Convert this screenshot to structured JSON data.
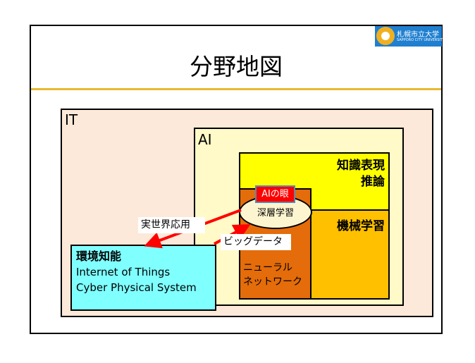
{
  "logo": {
    "text": "札幌市立大学",
    "subtext": "SAPPORO CITY UNIVERSITY"
  },
  "title": "分野地図",
  "regions": {
    "it": "IT",
    "ai": "AI",
    "knowledge_line1": "知識表現",
    "knowledge_line2": "推論",
    "machine_learning": "機械学習",
    "neural_line1": "ニューラル",
    "neural_line2": "ネットワーク",
    "deep_learning": "深層学習",
    "ai_eye": "AIの眼"
  },
  "arrows": {
    "real_world": "実世界応用",
    "big_data": "ビッグデータ"
  },
  "environment": {
    "title": "環境知能",
    "line1": "Internet of Things",
    "line2": "Cyber Physical System"
  },
  "colors": {
    "it": "#fde9d9",
    "ai": "#fffac8",
    "knowledge": "#ffff00",
    "machine_learning": "#ffc000",
    "neural": "#e46c0a",
    "environment": "#80ffff",
    "arrow": "#ff0000",
    "rule": "#e8b830"
  }
}
